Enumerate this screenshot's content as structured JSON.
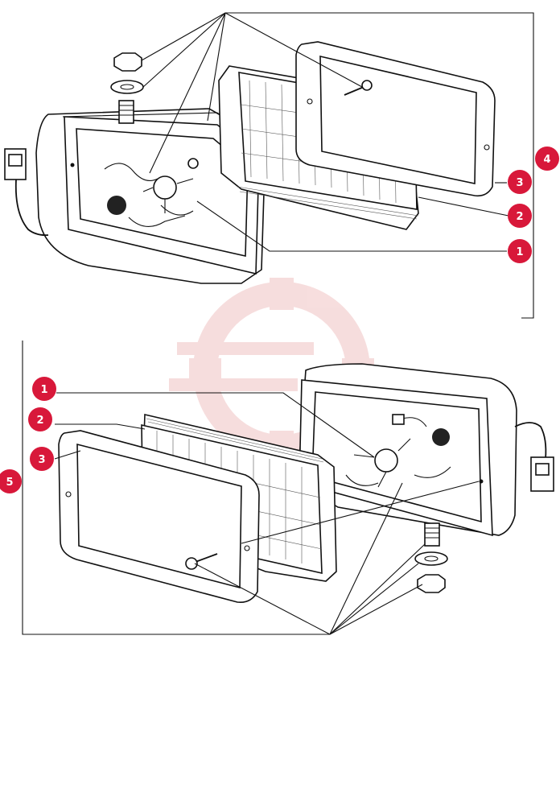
{
  "diagram": {
    "callout_color": "#d8183a",
    "watermark_color": "#e8a0a0",
    "top_assembly": {
      "callouts": [
        {
          "id": "c-top-4",
          "label": "4"
        },
        {
          "id": "c-top-3",
          "label": "3"
        },
        {
          "id": "c-top-2",
          "label": "2"
        },
        {
          "id": "c-top-1",
          "label": "1"
        }
      ]
    },
    "bottom_assembly": {
      "callouts": [
        {
          "id": "c-bot-1",
          "label": "1"
        },
        {
          "id": "c-bot-2",
          "label": "2"
        },
        {
          "id": "c-bot-3",
          "label": "3"
        },
        {
          "id": "c-bot-5",
          "label": "5"
        }
      ]
    },
    "icons": [
      "nut-icon",
      "washer-icon",
      "stud-icon",
      "screw-icon",
      "bulb-icon",
      "connector-icon",
      "gear-watermark-icon"
    ]
  }
}
